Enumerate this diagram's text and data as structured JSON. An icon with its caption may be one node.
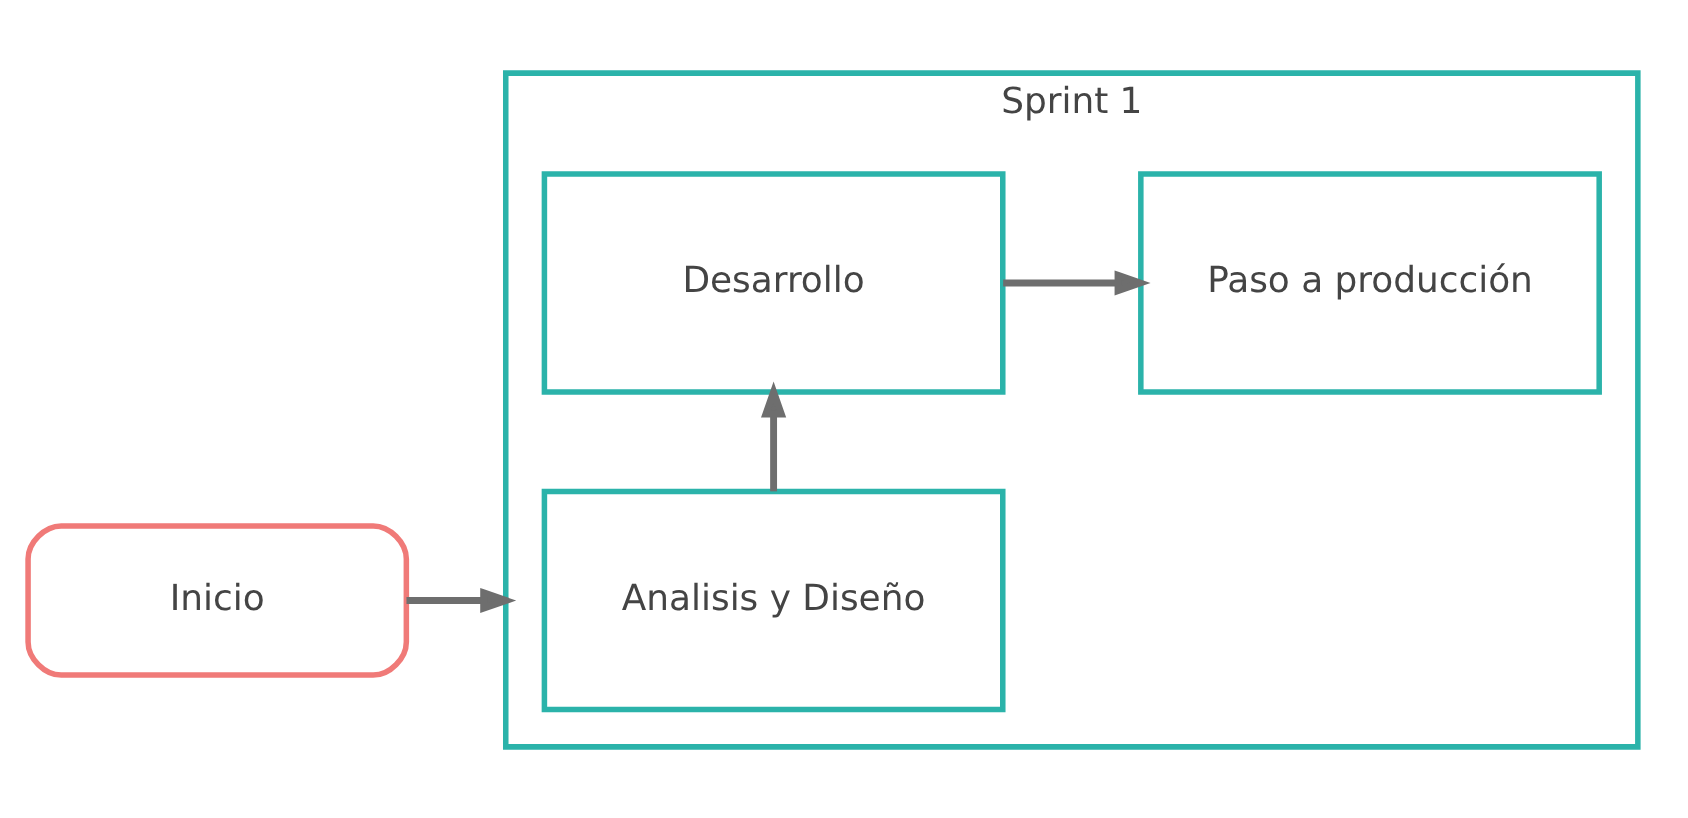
{
  "diagram": {
    "nodes": [
      {
        "text": [
          "Inicio"
        ]
      },
      {
        "text": [
          "Sprint 1"
        ]
      },
      {
        "text": [
          "Analisis y Diseño"
        ],
        "in": 1
      },
      {
        "text": [
          "Paso a producción"
        ],
        "in": 1
      },
      {
        "text": [
          "Desarrollo"
        ],
        "in": 1
      }
    ],
    "edges": [
      {
        "from": 0,
        "to": 1,
        "arrow": "to"
      },
      {
        "from": 2,
        "to": 4,
        "arrow": "to"
      },
      {
        "from": 4,
        "to": 3,
        "arrow": "to"
      }
    ]
  }
}
